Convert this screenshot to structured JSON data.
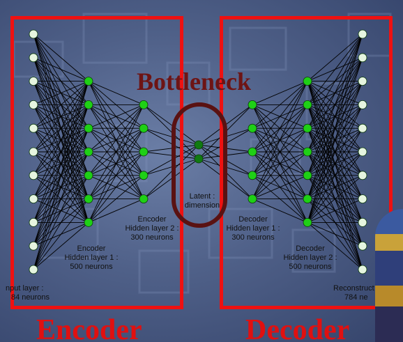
{
  "title": "Bottleneck",
  "sections": {
    "encoder": "Encoder",
    "decoder": "Decoder"
  },
  "labels": {
    "input": [
      "nput layer :",
      "84 neurons"
    ],
    "enc1": [
      "Encoder",
      "Hidden layer 1 :",
      "500 neurons"
    ],
    "enc2": [
      "Encoder",
      "Hidden layer 2 :",
      "300 neurons"
    ],
    "latent": [
      "Latent :",
      "dimension"
    ],
    "dec1": [
      "Decoder",
      "Hidden layer 1 :",
      "300 neurons"
    ],
    "dec2": [
      "Decoder",
      "Hidden layer 2 :",
      "500 neurons"
    ],
    "output": [
      "Reconstruct",
      "784 ne"
    ]
  },
  "layers": [
    {
      "name": "input",
      "neurons": 11,
      "color": "#e6f5e0"
    },
    {
      "name": "enc1",
      "neurons": 7,
      "color": "#1fd016"
    },
    {
      "name": "enc2",
      "neurons": 5,
      "color": "#1fd016"
    },
    {
      "name": "latent",
      "neurons": 2,
      "color": "#117a11"
    },
    {
      "name": "dec1",
      "neurons": 5,
      "color": "#1fd016"
    },
    {
      "name": "dec2",
      "neurons": 7,
      "color": "#1fd016"
    },
    {
      "name": "output",
      "neurons": 11,
      "color": "#e6f5e0"
    }
  ],
  "colors": {
    "frame": "#ee1111",
    "bottleneck_oval": "#5a1212",
    "edges": "#000000"
  }
}
